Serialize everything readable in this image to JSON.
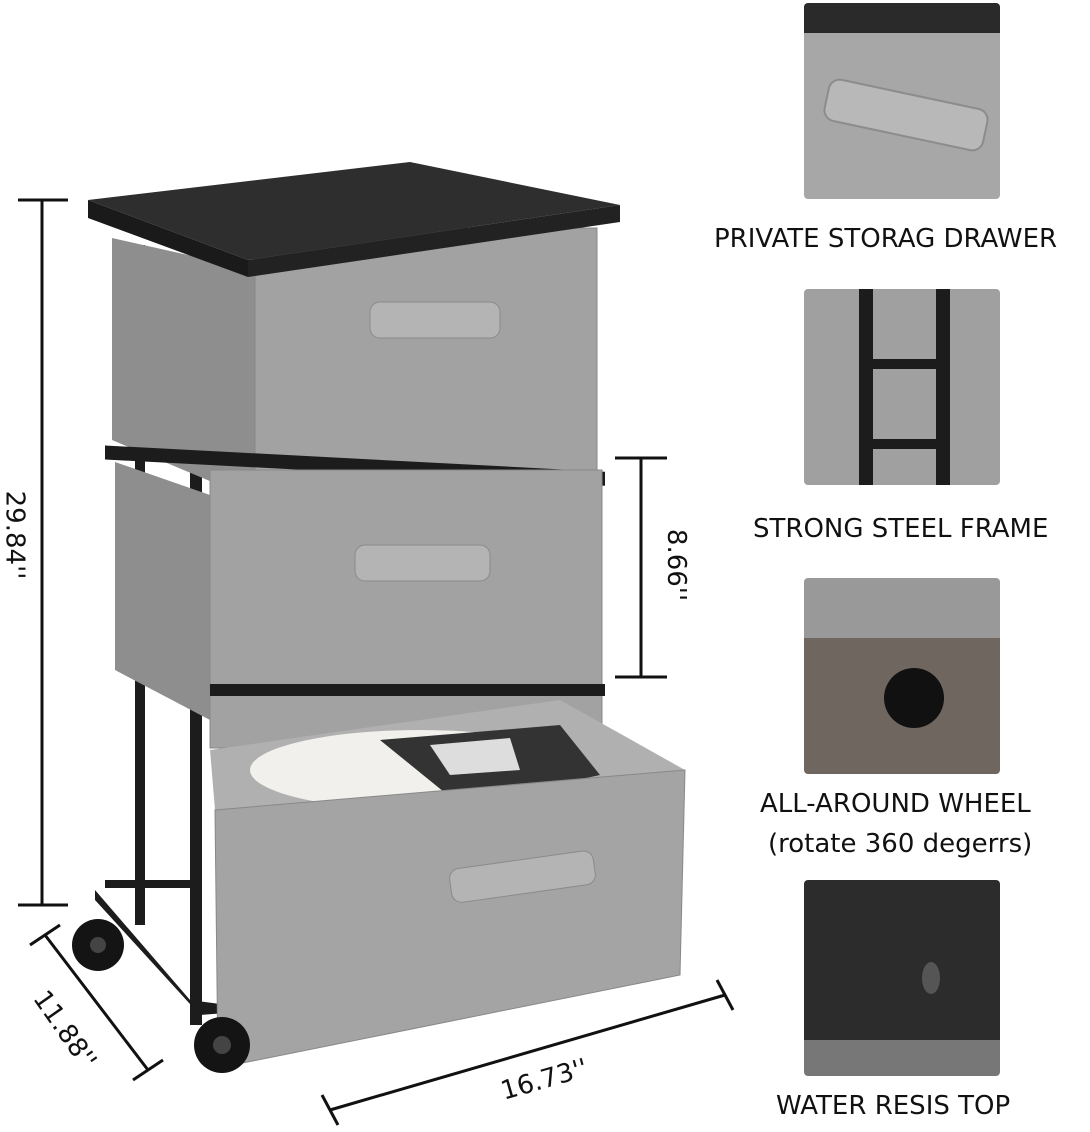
{
  "features": [
    {
      "label": "PRIVATE STORAG DRAWER",
      "icon": "drawer-handle-photo"
    },
    {
      "label": "STRONG STEEL FRAME",
      "icon": "steel-frame-photo"
    },
    {
      "label": "ALL-AROUND WHEEL",
      "sublabel": "(rotate 360 degerrs)",
      "icon": "caster-wheel-photo"
    },
    {
      "label": "WATER RESIS TOP",
      "icon": "water-drops-top-photo"
    }
  ],
  "dimensions": {
    "height": "29.84''",
    "drawer_height": "8.66''",
    "depth": "11.88''",
    "width": "16.73''"
  },
  "colors": {
    "fabric": "#9a9a9a",
    "frame": "#1c1c1c",
    "top": "#2e2e2e"
  }
}
